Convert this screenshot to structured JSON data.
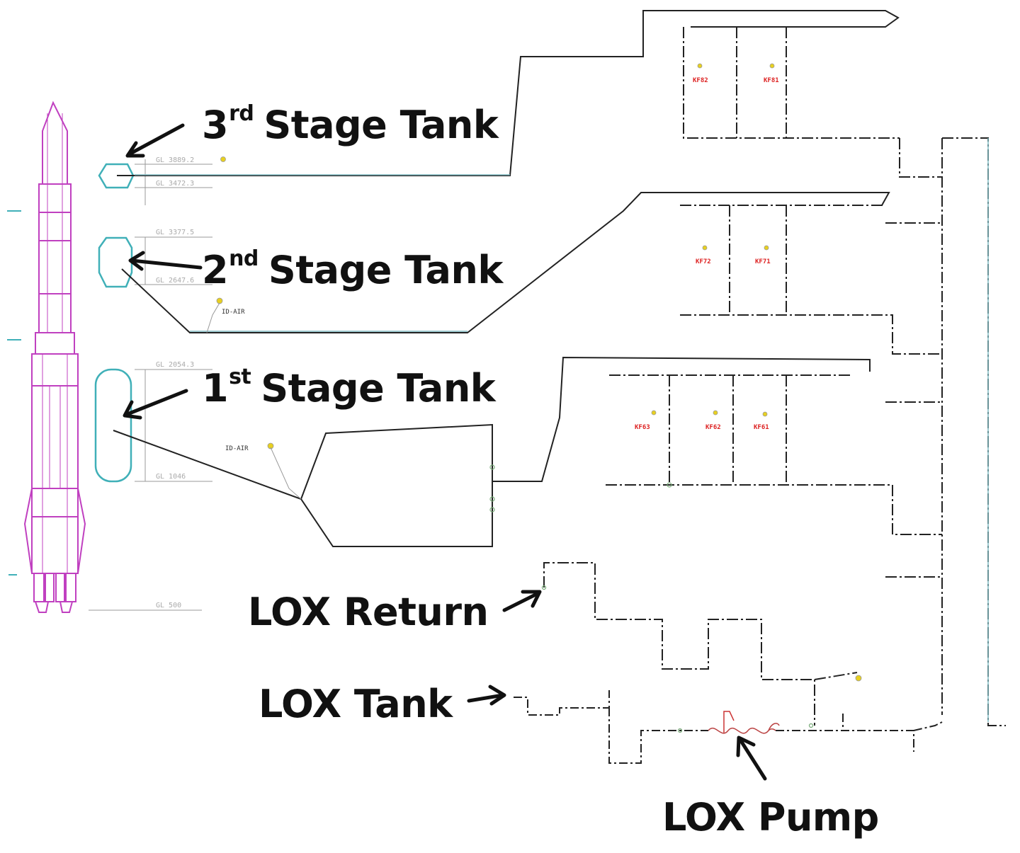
{
  "labels": {
    "stage3": {
      "num": "3",
      "sup": "rd",
      "text": "Stage Tank"
    },
    "stage2": {
      "num": "2",
      "sup": "nd",
      "text": "Stage Tank"
    },
    "stage1": {
      "num": "1",
      "sup": "st",
      "text": "Stage Tank"
    },
    "lox_return": "LOX Return",
    "lox_tank": "LOX Tank",
    "lox_pump": "LOX Pump"
  },
  "colors": {
    "rocket": "#c040c0",
    "tank": "#40b0b8",
    "line": "#222222",
    "pipe_light": "#7fb8c0",
    "valve_red": "#dd2222",
    "marker_yellow": "#e8d020"
  }
}
